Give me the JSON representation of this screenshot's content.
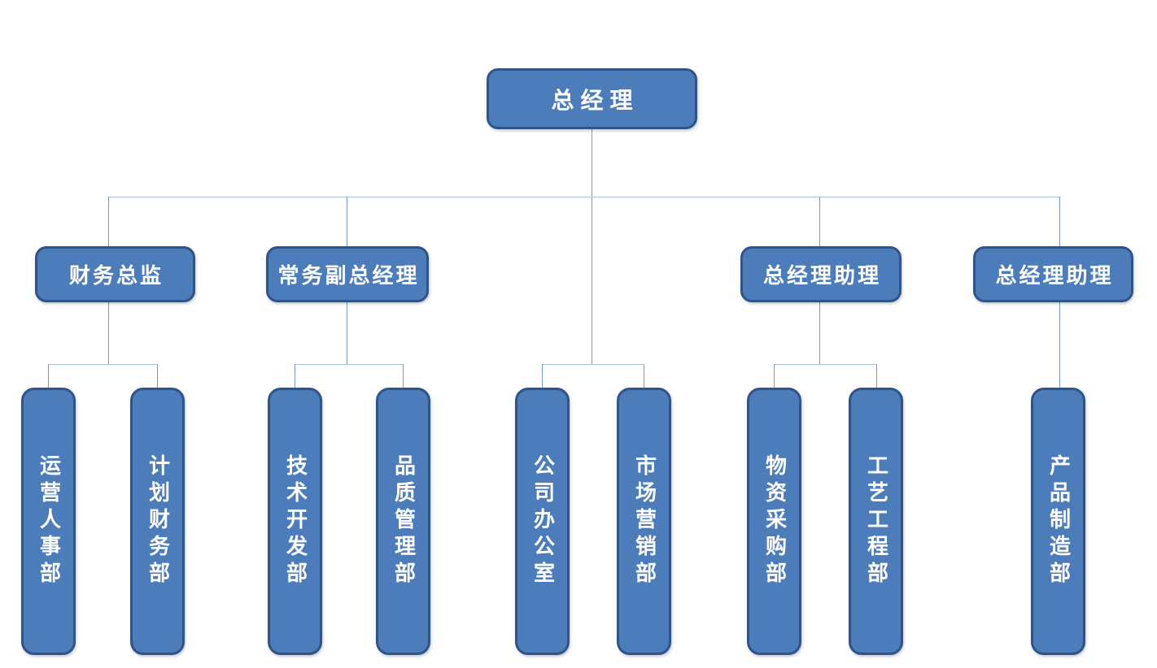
{
  "palette": {
    "background": "#ffffff",
    "box_fill": "#4d7cba",
    "box_border": "#2f5487",
    "label_color": "#ffffff",
    "connector_vertical": "#7498c8",
    "connector_horizontal": "#a7bedb"
  },
  "org_chart": {
    "root": {
      "label": "总经理"
    },
    "managers": [
      {
        "label": "财务总监"
      },
      {
        "label": "常务副总经理"
      },
      {
        "label": "总经理助理"
      },
      {
        "label": "总经理助理"
      }
    ],
    "departments": [
      {
        "label": "运营人事部"
      },
      {
        "label": "计划财务部"
      },
      {
        "label": "技术开发部"
      },
      {
        "label": "品质管理部"
      },
      {
        "label": "公司办公室"
      },
      {
        "label": "市场营销部"
      },
      {
        "label": "物资采购部"
      },
      {
        "label": "工艺工程部"
      },
      {
        "label": "产品制造部"
      }
    ]
  }
}
